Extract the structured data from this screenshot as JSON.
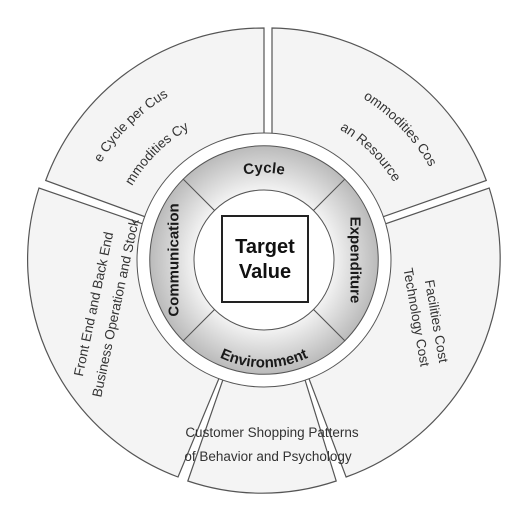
{
  "center": {
    "line1": "Target",
    "line2": "Value"
  },
  "inner": {
    "top": "Cycle",
    "right": "Expenditure",
    "bottom": "Environment",
    "left": "Communication"
  },
  "outer": {
    "upper_left": {
      "line1": "Service Cycle per Customer",
      "line2": "Commodities Cycle"
    },
    "upper_right": {
      "line1": "Commodities Cost",
      "line2": "Human Resource Cost"
    },
    "right": {
      "line1": "Facilities Cost",
      "line2": "Technology Cost"
    },
    "bottom": {
      "line1": "Customer Shopping Patterns",
      "line2": "of Behavior and Psychology"
    },
    "left": {
      "line1": "Front End and Back End",
      "line2": "Business Operation and Stock"
    }
  },
  "colors": {
    "outer_fill": "#f4f4f4",
    "ring_light": "#f2f2f2",
    "ring_dark": "#a9a9a9",
    "stroke": "#555555",
    "center_fill": "#ffffff"
  }
}
